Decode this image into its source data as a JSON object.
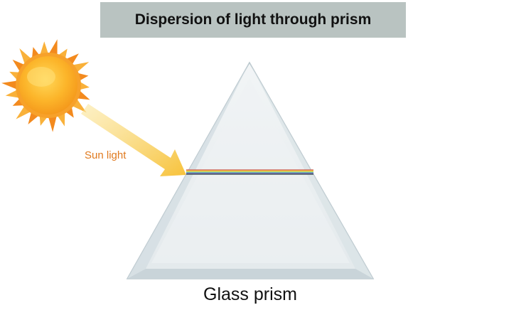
{
  "title": "Dispersion of light through prism",
  "sun_label": "Sun light",
  "prism_label": "Glass prism",
  "colors": {
    "title_bg": "#b9c3c1",
    "sun_label": "#e07a1f",
    "arrow": "#f7c23a",
    "sun_core": "#fcb52a",
    "sun_flame": "#f38a1e"
  },
  "spectrum_colors": [
    "#c85a4f",
    "#f2a03c",
    "#f5e35a",
    "#8fce6a",
    "#5aa6e0",
    "#7a5aa8"
  ]
}
